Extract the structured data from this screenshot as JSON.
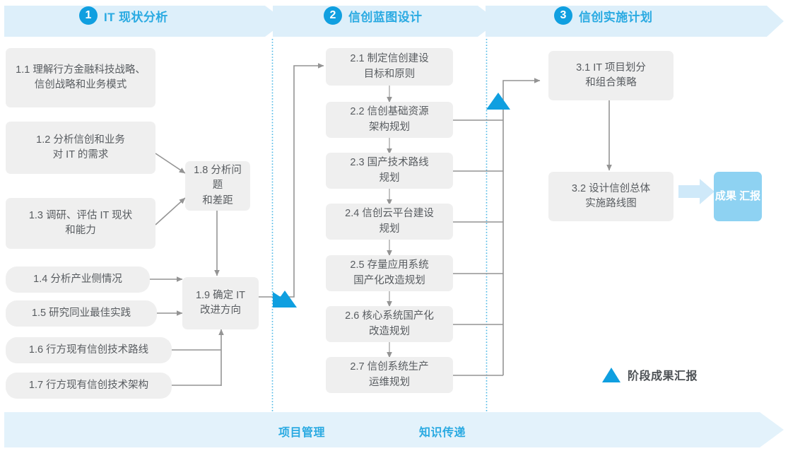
{
  "phases": [
    {
      "num": "1",
      "title": "IT 现状分析"
    },
    {
      "num": "2",
      "title": "信创蓝图设计"
    },
    {
      "num": "3",
      "title": "信创实施计划"
    }
  ],
  "nodes": {
    "n11": "1.1 理解行方金融科技战略、信创战略和业务模式",
    "n11_l1": "1.1 理解行方金融科技战略、",
    "n11_l2": "信创战略和业务模式",
    "n12_l1": "1.2 分析信创和业务",
    "n12_l2": "对 IT 的需求",
    "n13_l1": "1.3 调研、评估 IT 现状",
    "n13_l2": "和能力",
    "n14": "1.4 分析产业侧情况",
    "n15": "1.5 研究同业最佳实践",
    "n16": "1.6 行方现有信创技术路线",
    "n17": "1.7 行方现有信创技术架构",
    "n18_l1": "1.8 分析问题",
    "n18_l2": "和差距",
    "n19_l1": "1.9 确定 IT",
    "n19_l2": "改进方向",
    "n21_l1": "2.1 制定信创建设",
    "n21_l2": "目标和原则",
    "n22_l1": "2.2 信创基础资源",
    "n22_l2": "架构规划",
    "n23_l1": "2.3 国产技术路线",
    "n23_l2": "规划",
    "n24_l1": "2.4 信创云平台建设",
    "n24_l2": "规划",
    "n25_l1": "2.5 存量应用系统",
    "n25_l2": "国产化改造规划",
    "n26_l1": "2.6 核心系统国产化",
    "n26_l2": "改造规划",
    "n27_l1": "2.7 信创系统生产",
    "n27_l2": "运维规划",
    "n31_l1": "3.1 IT 项目划分",
    "n31_l2": "和组合策略",
    "n32_l1": "3.2 设计信创总体",
    "n32_l2": "实施路线图"
  },
  "badge": {
    "line1": "成果",
    "line2": "汇报"
  },
  "legend": {
    "label": "阶段成果汇报"
  },
  "footer": {
    "item1": "项目管理",
    "item2": "知识传递"
  },
  "colors": {
    "banner_fill": "#ddeffa",
    "footer_fill": "#e3f2fb",
    "accent_blue": "#2aaae2",
    "circle_blue": "#109fe0",
    "triangle_blue": "#0f9fe0",
    "badge_blue": "#8ed2f2",
    "badge_arrow": "#cfe9f9",
    "node_fill": "#efefef",
    "node_text": "#585c60",
    "connector": "#949494",
    "divider_dotted": "#49b6e5"
  }
}
